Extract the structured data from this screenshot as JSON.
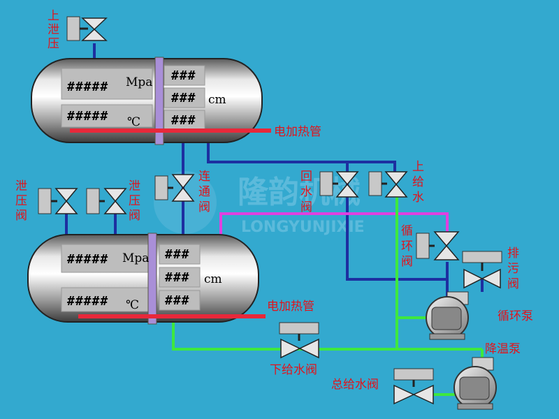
{
  "colors": {
    "background": "#33a9cf",
    "pipe_blue": "#1d2fa0",
    "pipe_green": "#3ee83e",
    "pipe_magenta": "#e040e0",
    "heater_red": "#e8283a",
    "label_red": "#e0141c"
  },
  "top_tank": {
    "pressure_value": "#####",
    "pressure_unit": "Mpa",
    "temperature_value": "#####",
    "temperature_unit": "℃",
    "level_values": [
      "###",
      "###",
      "###"
    ],
    "level_unit": "cm",
    "heater_label": "电加热管"
  },
  "bottom_tank": {
    "pressure_value": "#####",
    "pressure_unit": "Mpa",
    "temperature_value": "#####",
    "temperature_unit": "℃",
    "level_values": [
      "###",
      "###",
      "###"
    ],
    "level_unit": "cm",
    "heater_label": "电加热管"
  },
  "labels": {
    "top_relief_valve": [
      "上",
      "泄",
      "压"
    ],
    "relief_valve_left": [
      "泄",
      "压",
      "阀"
    ],
    "relief_valve_right": [
      "泄",
      "压",
      "阀"
    ],
    "connect_valve": [
      "连",
      "通",
      "阀"
    ],
    "return_valve": [
      "回",
      "水",
      "阀"
    ],
    "upper_supply_valve": [
      "上",
      "给",
      "水"
    ],
    "circulation_valve": [
      "循",
      "环",
      "阀"
    ],
    "drain_valve": [
      "排",
      "污",
      "阀"
    ],
    "circulation_pump": "循环泵",
    "cooling_pump": "降温泵",
    "lower_supply_valve": "下给水阀",
    "main_supply_valve": "总给水阀"
  },
  "watermark": {
    "cn": "隆韵机械",
    "en": "LONGYUNJIXIE"
  }
}
